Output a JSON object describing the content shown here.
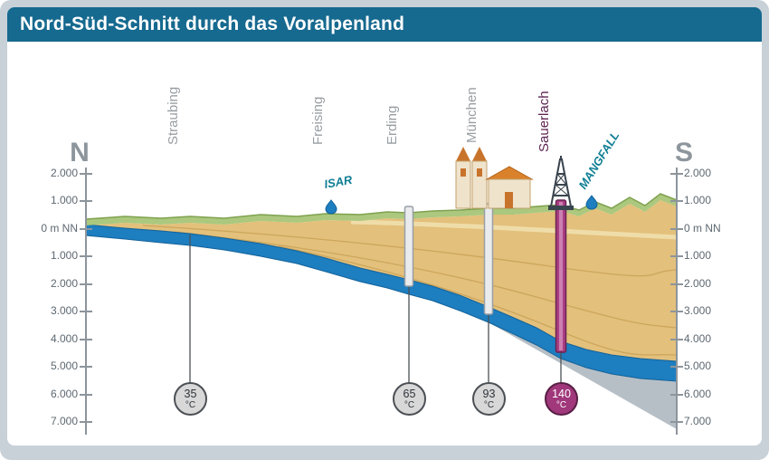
{
  "header": {
    "title": "Nord-Süd-Schnitt durch das Voralpenland"
  },
  "compass": {
    "north": "N",
    "south": "S"
  },
  "depth_axis": {
    "labels": [
      "2.000",
      "1.000",
      "0 m NN",
      "1.000",
      "2.000",
      "3.000",
      "4.000",
      "5.000",
      "6.000",
      "7.000"
    ]
  },
  "cities": [
    {
      "label": "Straubing"
    },
    {
      "label": "Freising"
    },
    {
      "label": "Erding"
    },
    {
      "label": "München"
    },
    {
      "label": "Sauerlach"
    }
  ],
  "rivers": [
    {
      "label": "ISAR"
    },
    {
      "label": "MANGFALL"
    }
  ],
  "boreholes": [
    {
      "location": "Straubing",
      "temperature": "35",
      "unit": "°C",
      "highlight": false
    },
    {
      "location": "Erding",
      "temperature": "65",
      "unit": "°C",
      "highlight": false
    },
    {
      "location": "München",
      "temperature": "93",
      "unit": "°C",
      "highlight": false
    },
    {
      "location": "Sauerlach",
      "temperature": "140",
      "unit": "°C",
      "highlight": true
    }
  ],
  "colors": {
    "header_bg": "#16698f",
    "frame": "#c8d1d8",
    "aquifer_blue": "#1d7ec0",
    "terrain_green": "#abc87e",
    "molasse_tan": "#e3c07b",
    "basement_gray": "#b7bfc6",
    "highlight_purple": "#a0387b",
    "river_teal": "#0e7e93"
  }
}
